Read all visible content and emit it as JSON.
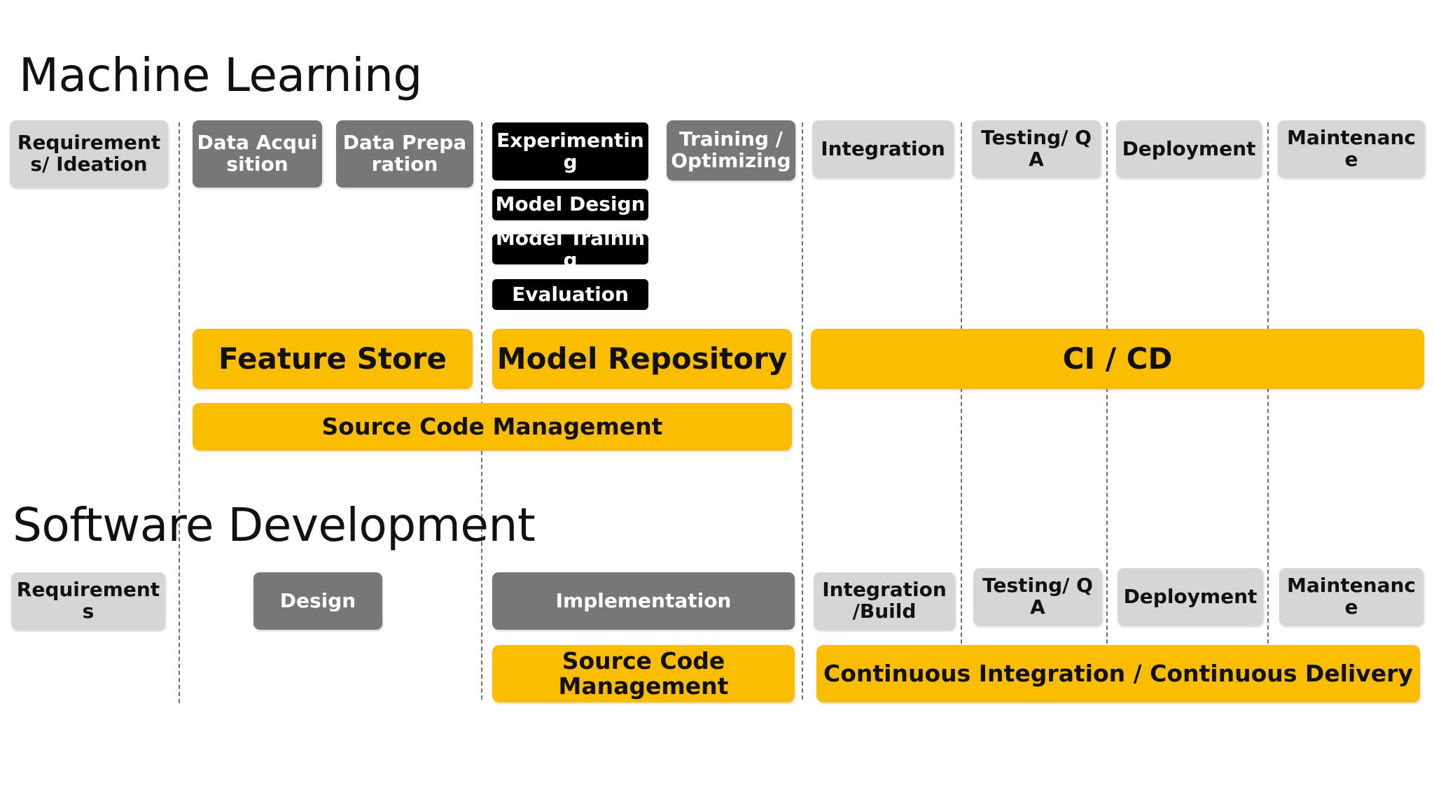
{
  "sections": {
    "ml_title": "Machine Learning",
    "sd_title": "Software Development"
  },
  "ml": {
    "requirements": "Requirements/ Ideation",
    "data_acquisition": "Data Acquisition",
    "data_preparation": "Data Preparation",
    "experimenting": "Experimenting",
    "model_design": "Model Design",
    "model_training": "Model Training",
    "evaluation": "Evaluation",
    "training_optimizing": "Training / Optimizing",
    "integration": "Integration",
    "testing_qa": "Testing/ QA",
    "deployment": "Deployment",
    "maintenance": "Maintenance",
    "feature_store": "Feature Store",
    "model_repository": "Model Repository",
    "ci_cd": "CI / CD",
    "source_code_management": "Source Code Management"
  },
  "sd": {
    "requirements": "Requirements",
    "design": "Design",
    "implementation": "Implementation",
    "integration_build": "Integration /Build",
    "testing_qa": "Testing/ QA",
    "deployment": "Deployment",
    "maintenance": "Maintenance",
    "source_code_management": "Source Code Management",
    "ci_cd_full": "Continuous Integration / Continuous Delivery"
  },
  "colors": {
    "accent_yellow": "#fbbd00",
    "light_gray": "#d6d6d6",
    "dark_gray": "#777777",
    "black": "#000000"
  }
}
